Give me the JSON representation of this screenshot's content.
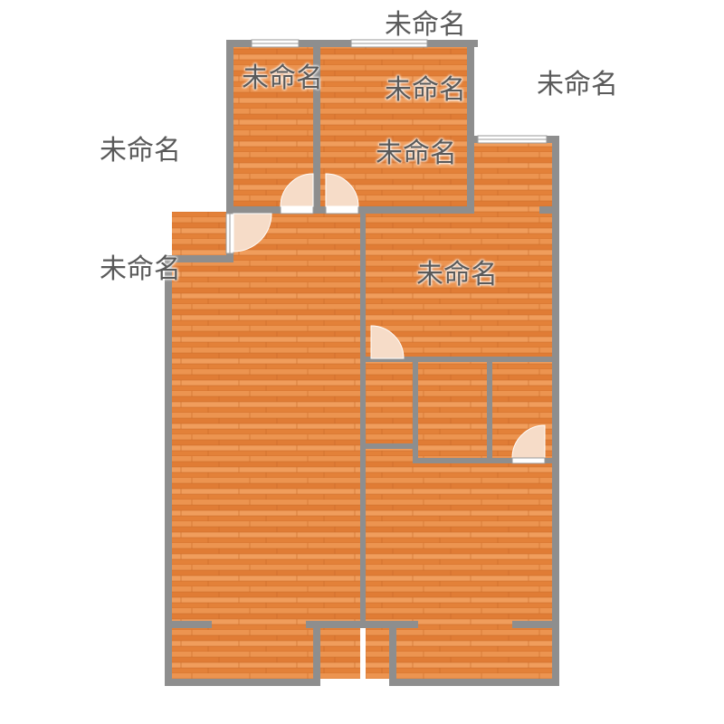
{
  "colors": {
    "wall": "#8e8e8e",
    "floor_base": "#e8873f",
    "floor_light": "#f0a062",
    "floor_dark": "#d9772e",
    "floor_seam": "#c96a28",
    "window": "#ffffff",
    "door_swing": "#f6dcc8",
    "label": "#5a5a5a"
  },
  "rooms": [
    {
      "id": "top-left-room",
      "label": "未命名"
    },
    {
      "id": "top-middle-room",
      "label": "未命名"
    },
    {
      "id": "top-outside",
      "label": "未命名"
    },
    {
      "id": "right-outside",
      "label": "未命名"
    },
    {
      "id": "left-outside-top",
      "label": "未命名"
    },
    {
      "id": "small-room-label",
      "label": "未命名"
    },
    {
      "id": "left-outside-mid",
      "label": "未命名"
    },
    {
      "id": "right-main-room",
      "label": "未命名"
    }
  ]
}
